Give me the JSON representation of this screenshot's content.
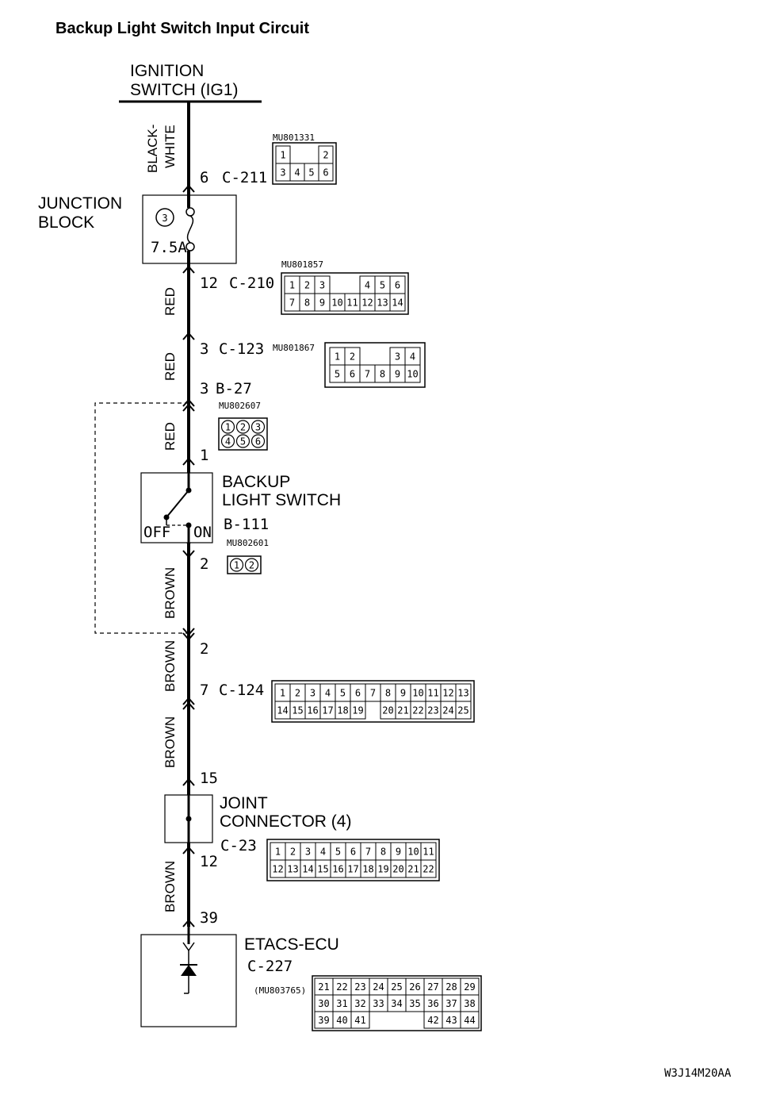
{
  "title": "Backup Light Switch Input Circuit",
  "figure_code": "W3J14M20AA",
  "ignition": {
    "line1": "IGNITION",
    "line2": "SWITCH (IG1)"
  },
  "wires": {
    "bw1": "BLACK-",
    "bw2": "WHITE",
    "red": "RED",
    "brown": "BROWN"
  },
  "junction": {
    "line1": "JUNCTION",
    "line2": "BLOCK",
    "fuse_no": "3",
    "fuse_rating": "7.5A"
  },
  "pins": {
    "c211": "6",
    "c211_name": "C-211",
    "c210": "12",
    "c210_name": "C-210",
    "c123": "3",
    "c123_name": "C-123",
    "b27": "3",
    "b27_name": "B-27",
    "sw_in": "1",
    "sw_out": "2",
    "b27_ret": "2",
    "c124": "7",
    "c124_name": "C-124",
    "jc_in": "15",
    "jc_out": "12",
    "ecu": "39"
  },
  "switch": {
    "line1": "BACKUP",
    "line2": "LIGHT SWITCH",
    "id": "B-111",
    "off": "OFF",
    "on": "ON"
  },
  "joint": {
    "line1": "JOINT",
    "line2": "CONNECTOR (4)",
    "id": "C-23"
  },
  "ecu": {
    "name": "ETACS-ECU",
    "id": "C-227"
  },
  "connectors": {
    "c211": {
      "code": "MU801331",
      "rows": [
        [
          "1",
          "",
          "",
          "2"
        ],
        [
          "3",
          "4",
          "5",
          "6"
        ]
      ]
    },
    "c210": {
      "code": "MU801857",
      "rows": [
        [
          "1",
          "2",
          "3",
          "",
          "",
          "4",
          "5",
          "6"
        ],
        [
          "7",
          "8",
          "9",
          "10",
          "11",
          "12",
          "13",
          "14"
        ]
      ]
    },
    "c123": {
      "code": "MU801867",
      "rows": [
        [
          "1",
          "2",
          "",
          "",
          "3",
          "4"
        ],
        [
          "5",
          "6",
          "7",
          "8",
          "9",
          "10"
        ]
      ]
    },
    "b27": {
      "code": "MU802607",
      "rows": [
        [
          "1",
          "2",
          "3"
        ],
        [
          "4",
          "5",
          "6"
        ]
      ]
    },
    "b111": {
      "code": "MU802601",
      "rows": [
        [
          "1",
          "2"
        ]
      ]
    },
    "c124": {
      "rows": [
        [
          "1",
          "2",
          "3",
          "4",
          "5",
          "6",
          "7",
          "8",
          "9",
          "10",
          "11",
          "12",
          "13"
        ],
        [
          "14",
          "15",
          "16",
          "17",
          "18",
          "19",
          "",
          "20",
          "21",
          "22",
          "23",
          "24",
          "25"
        ]
      ]
    },
    "c23": {
      "rows": [
        [
          "1",
          "2",
          "3",
          "4",
          "5",
          "6",
          "7",
          "8",
          "9",
          "10",
          "11"
        ],
        [
          "12",
          "13",
          "14",
          "15",
          "16",
          "17",
          "18",
          "19",
          "20",
          "21",
          "22"
        ]
      ]
    },
    "c227": {
      "code": "(MU803765)",
      "rows": [
        [
          "21",
          "22",
          "23",
          "24",
          "25",
          "26",
          "27",
          "28",
          "29"
        ],
        [
          "30",
          "31",
          "32",
          "33",
          "34",
          "35",
          "36",
          "37",
          "38"
        ],
        [
          "39",
          "40",
          "41",
          "",
          "",
          "",
          "42",
          "43",
          "44"
        ]
      ]
    }
  }
}
